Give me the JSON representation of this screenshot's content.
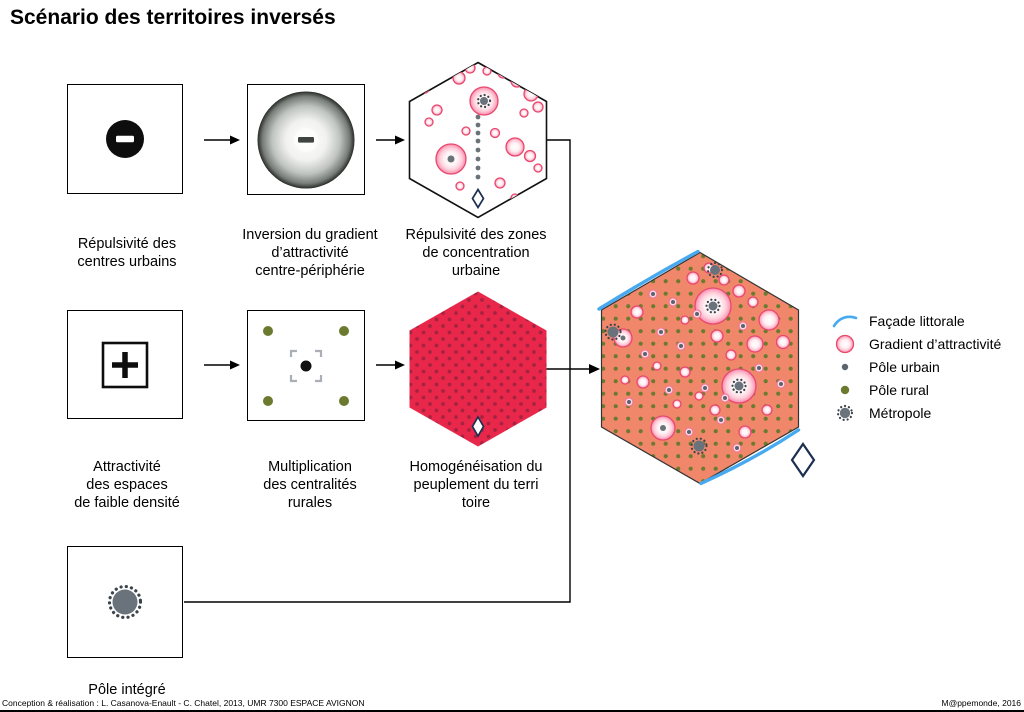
{
  "title": "Scénario des territoires inversés",
  "flow": {
    "row1": {
      "step1": "Répulsivité des\ncentres urbains",
      "step2": "Inversion du gradient\nd’attractivité\ncentre-périphérie",
      "step3": "Répulsivité des zones\nde concentration\nurbaine"
    },
    "row2": {
      "step1": "Attractivité\ndes espaces\nde faible densité",
      "step2": "Multiplication\ndes centralités\nrurales",
      "step3": "Homogénéisation du\npeuplement du terri\ntoire"
    },
    "row3": {
      "step1": "Pôle intégré"
    }
  },
  "legend": {
    "items": [
      {
        "label": "Façade littorale",
        "symbol": "coastline-icon"
      },
      {
        "label": "Gradient d’attractivité",
        "symbol": "attractivity-gradient-icon"
      },
      {
        "label": "Pôle urbain",
        "symbol": "urban-pole-icon"
      },
      {
        "label": "Pôle rural",
        "symbol": "rural-pole-icon"
      },
      {
        "label": "Métropole",
        "symbol": "metropole-icon"
      }
    ]
  },
  "footer": {
    "credits": "Conception & réalisation : L. Casanova-Enault - C. Chatel, 2013, UMR 7300 ESPACE AVIGNON",
    "source": "M@ppemonde, 2016"
  },
  "colors": {
    "red_hexagon": "#e8274b",
    "salmon_fill": "#f0876b",
    "attractivity_ring": "#e8486e",
    "olive": "#6b7a2e",
    "grey_pole": "#5b646d",
    "coast_blue": "#47aaf0",
    "diamond_navy": "#1b2f52"
  }
}
